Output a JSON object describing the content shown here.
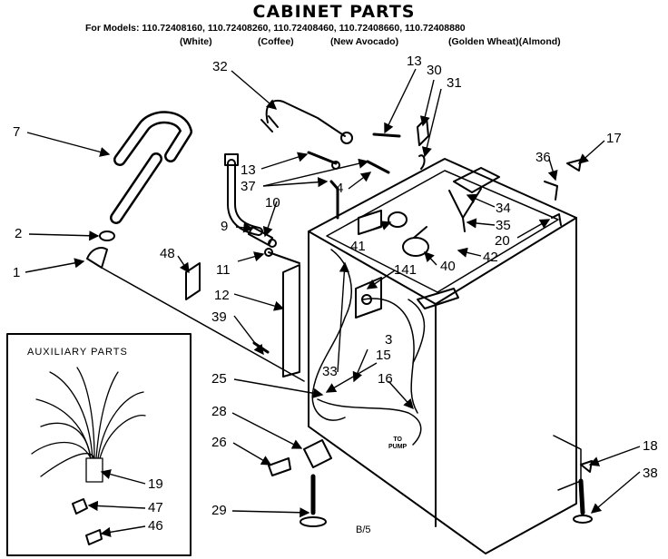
{
  "header": {
    "title": "CABINET PARTS",
    "models_line": "For Models: 110.72408160, 110.72408260, 110.72408460, 110.72408660, 110.72408880",
    "colors": [
      "(White)",
      "(Coffee)",
      "(New Avocado)",
      "(Golden Wheat)(Almond)"
    ]
  },
  "auxiliary_title": "AUXILIARY PARTS",
  "pump_label": [
    "TO",
    "PUMP"
  ],
  "page_code": "B/5",
  "part_numbers": {
    "p7": "7",
    "p2": "2",
    "p1": "1",
    "p48": "48",
    "p32": "32",
    "p13a": "13",
    "p30": "30",
    "p31": "31",
    "p17": "17",
    "p13b": "13",
    "p37": "37",
    "p10": "10",
    "p4": "4",
    "p36": "36",
    "p34": "34",
    "p35": "35",
    "p20": "20",
    "p9": "9",
    "p41": "41",
    "p42": "42",
    "p11": "11",
    "p141": "141",
    "p40": "40",
    "p12": "12",
    "p39": "39",
    "p3": "3",
    "p15": "15",
    "p33": "33",
    "p16": "16",
    "p25": "25",
    "p28": "28",
    "p26": "26",
    "p18": "18",
    "p38": "38",
    "p29": "29",
    "p19": "19",
    "p47": "47",
    "p46": "46"
  }
}
